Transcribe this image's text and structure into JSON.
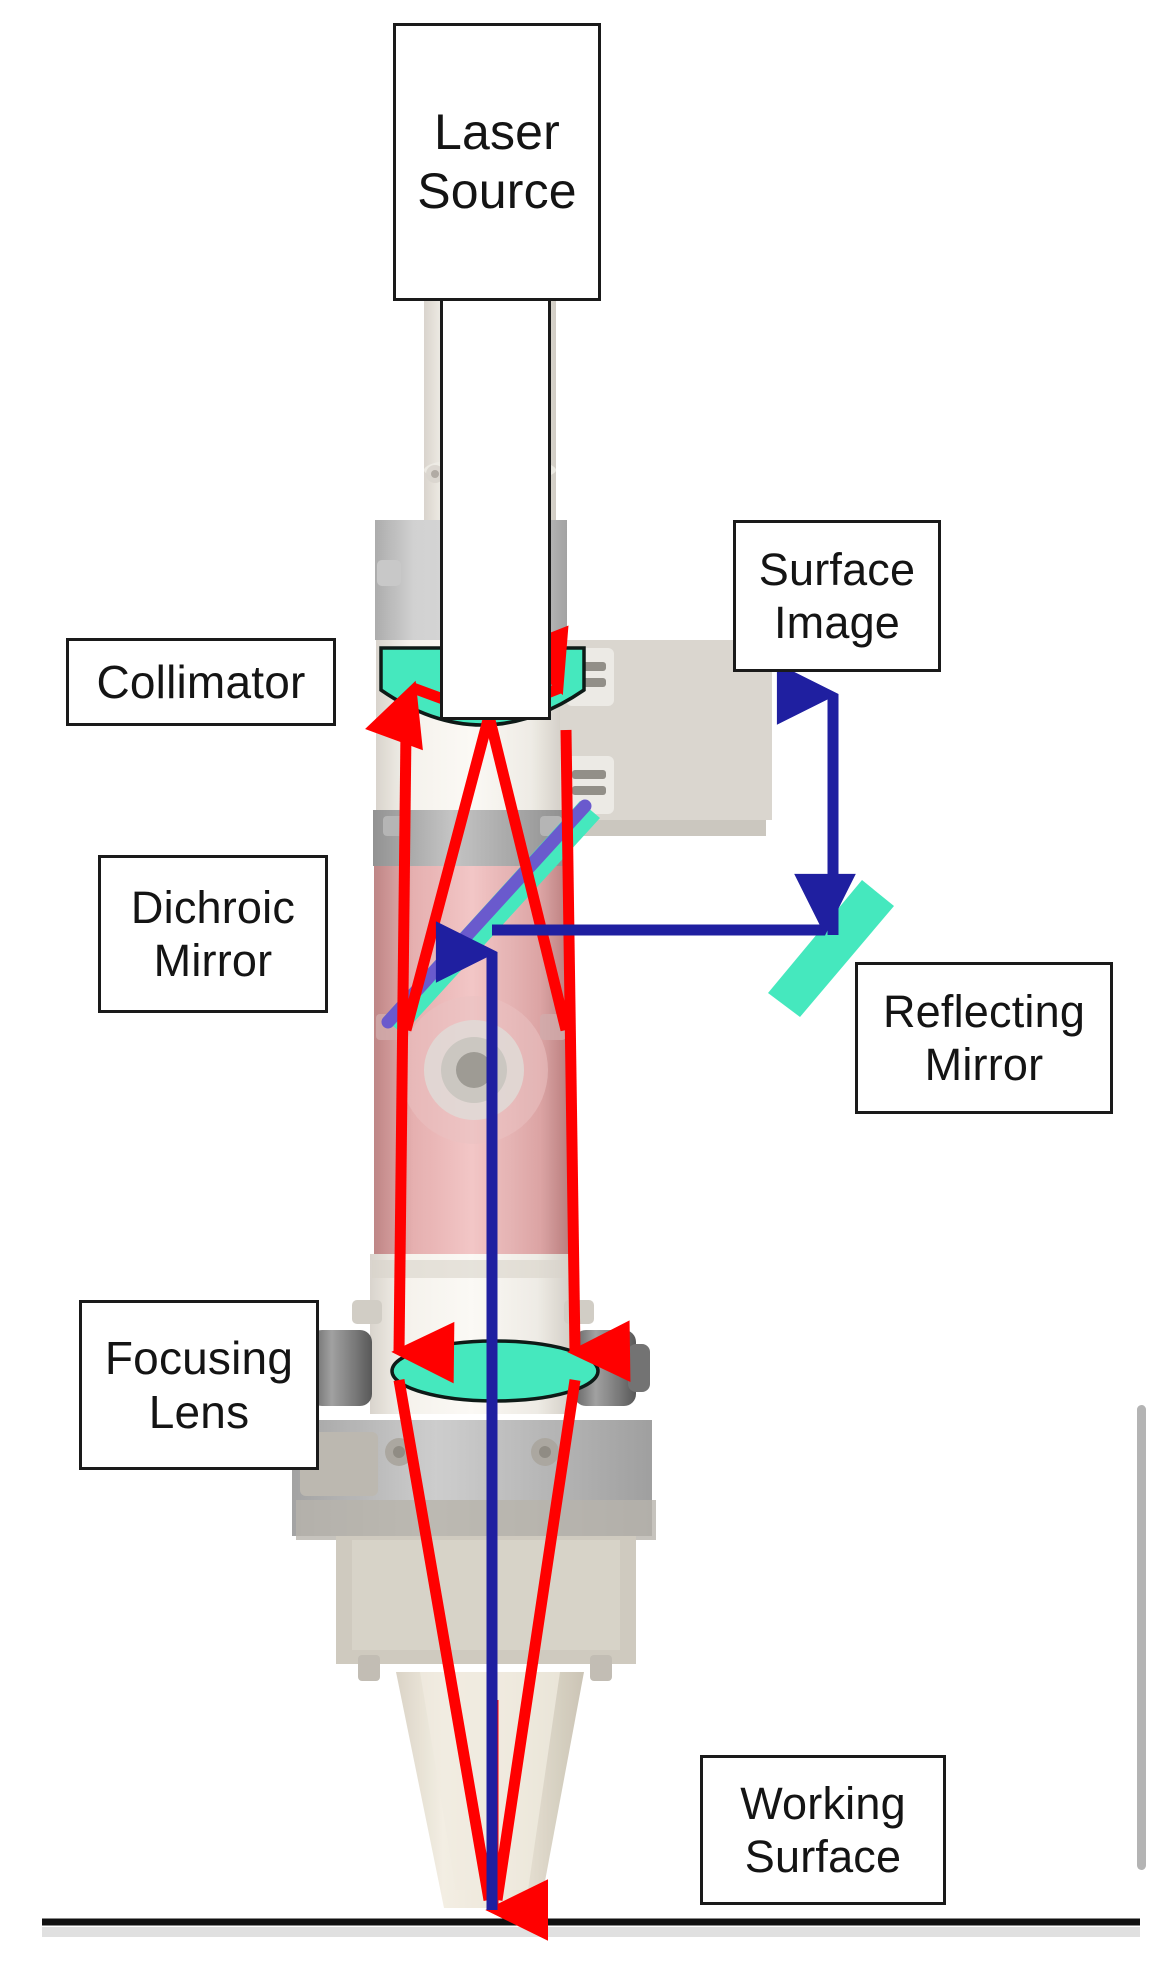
{
  "figure": {
    "kind": "optical-path-diagram",
    "subject": "Laser cutting head beam path with coaxial vision",
    "background": "#ffffff"
  },
  "colors": {
    "laser_beam": "#FF0000",
    "vision_beam": "#1F1FA0",
    "optic_fill": "#45E8BE",
    "dichroic_stroke": "#6A5ACD",
    "label_border": "#1A1A1A",
    "label_text": "#141414",
    "working_surface_line": "#111111",
    "scrollbar_thumb": "#B4B4B4"
  },
  "labels": {
    "laser_source": {
      "lines": [
        "Laser",
        "Source"
      ]
    },
    "collimator": {
      "lines": [
        "Collimator"
      ]
    },
    "dichroic_mirror": {
      "lines": [
        "Dichroic",
        "Mirror"
      ]
    },
    "surface_image": {
      "lines": [
        "Surface",
        "Image"
      ]
    },
    "reflecting_mirror": {
      "lines": [
        "Reflecting",
        "Mirror"
      ]
    },
    "focusing_lens": {
      "lines": [
        "Focusing",
        "Lens"
      ]
    },
    "working_surface": {
      "lines": [
        "Working",
        "Surface"
      ]
    }
  },
  "optics": {
    "collimator_lens": {
      "shape": "plano-convex-down",
      "fill": "#45E8BE"
    },
    "focusing_lens": {
      "shape": "ellipse",
      "fill": "#45E8BE"
    },
    "dichroic_mirror": {
      "shape": "diagonal-bar",
      "fill": "#45E8BE",
      "stroke": "#6A5ACD",
      "angle_deg": 45
    },
    "reflecting_mirror": {
      "shape": "diagonal-bar",
      "fill": "#45E8BE",
      "angle_deg": -45
    }
  },
  "beams": {
    "laser": {
      "color": "#FF0000",
      "description": "Diverging from source, collimated by collimator, focused by focusing lens onto working surface",
      "arrowheads": [
        "into-collimator-left",
        "into-collimator-right",
        "into-focusing-lens-left",
        "into-focusing-lens-right",
        "onto-working-surface"
      ]
    },
    "vision": {
      "color": "#1F1FA0",
      "description": "Returns from working surface up through focusing lens, reflects at dichroic mirror to the right, then up off reflecting mirror to surface image",
      "arrowheads": [
        "up-to-dichroic",
        "right-to-reflecting-mirror",
        "up-to-surface-image"
      ]
    }
  },
  "scrollbar": {
    "visible": true,
    "position": "right"
  }
}
